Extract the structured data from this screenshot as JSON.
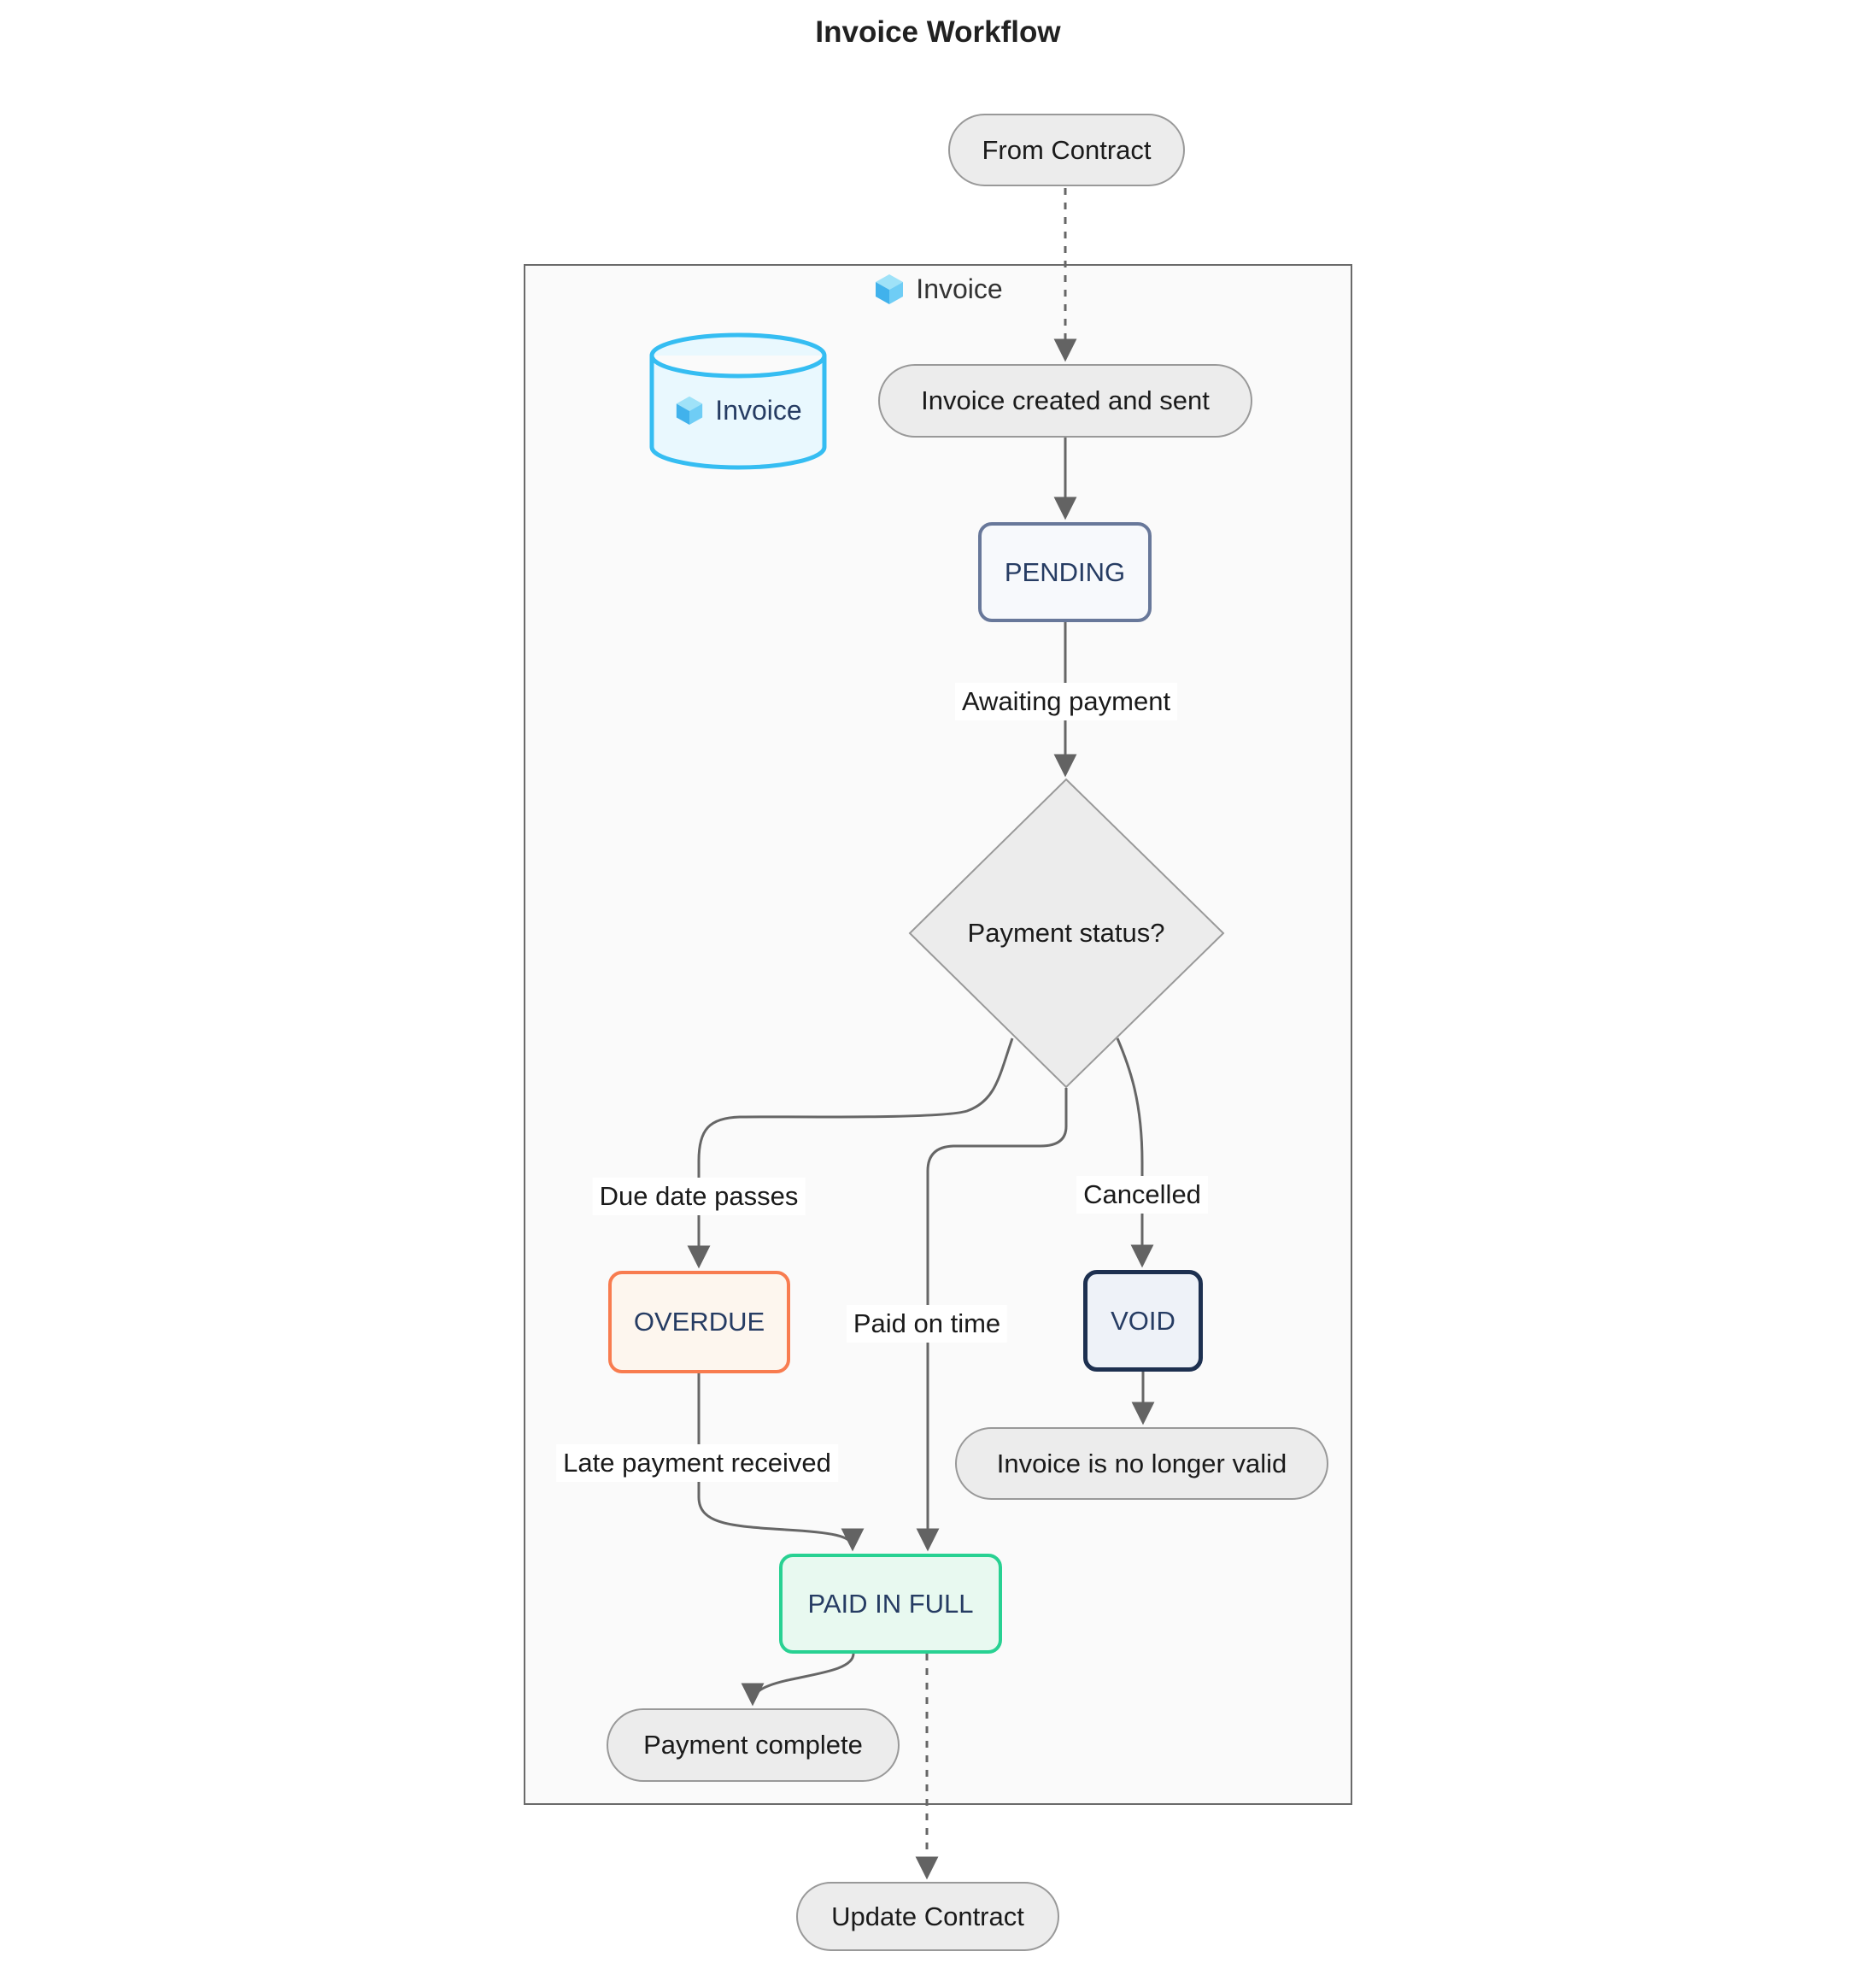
{
  "title": "Invoice Workflow",
  "container": {
    "label": "Invoice",
    "icon": "cube-icon"
  },
  "database": {
    "label": "Invoice",
    "icon": "cube-icon"
  },
  "nodes": {
    "from_contract": "From Contract",
    "invoice_created": "Invoice created and sent",
    "pending": "PENDING",
    "payment_status": "Payment status?",
    "overdue": "OVERDUE",
    "void": "VOID",
    "paid_in_full": "PAID IN FULL",
    "invoice_invalid": "Invoice is no longer valid",
    "payment_complete": "Payment complete",
    "update_contract": "Update Contract"
  },
  "edge_labels": {
    "awaiting_payment": "Awaiting payment",
    "due_date_passes": "Due date passes",
    "paid_on_time": "Paid on time",
    "cancelled": "Cancelled",
    "late_payment_received": "Late payment received"
  },
  "colors": {
    "container_fill": "#fafafa",
    "container_border": "#6a6a6a",
    "node_fill": "#ececec",
    "node_border": "#999999",
    "pending_border": "#68789a",
    "pending_fill": "#f7f9fc",
    "overdue_border": "#f87c4f",
    "overdue_fill": "#fdf6ee",
    "void_border": "#1d3050",
    "void_fill": "#eef2f8",
    "paid_border": "#28d192",
    "paid_fill": "#e8f9f0",
    "db_border": "#35bdf2",
    "db_fill": "#e9f8fe",
    "state_text": "#263c63",
    "edge": "#666666"
  }
}
